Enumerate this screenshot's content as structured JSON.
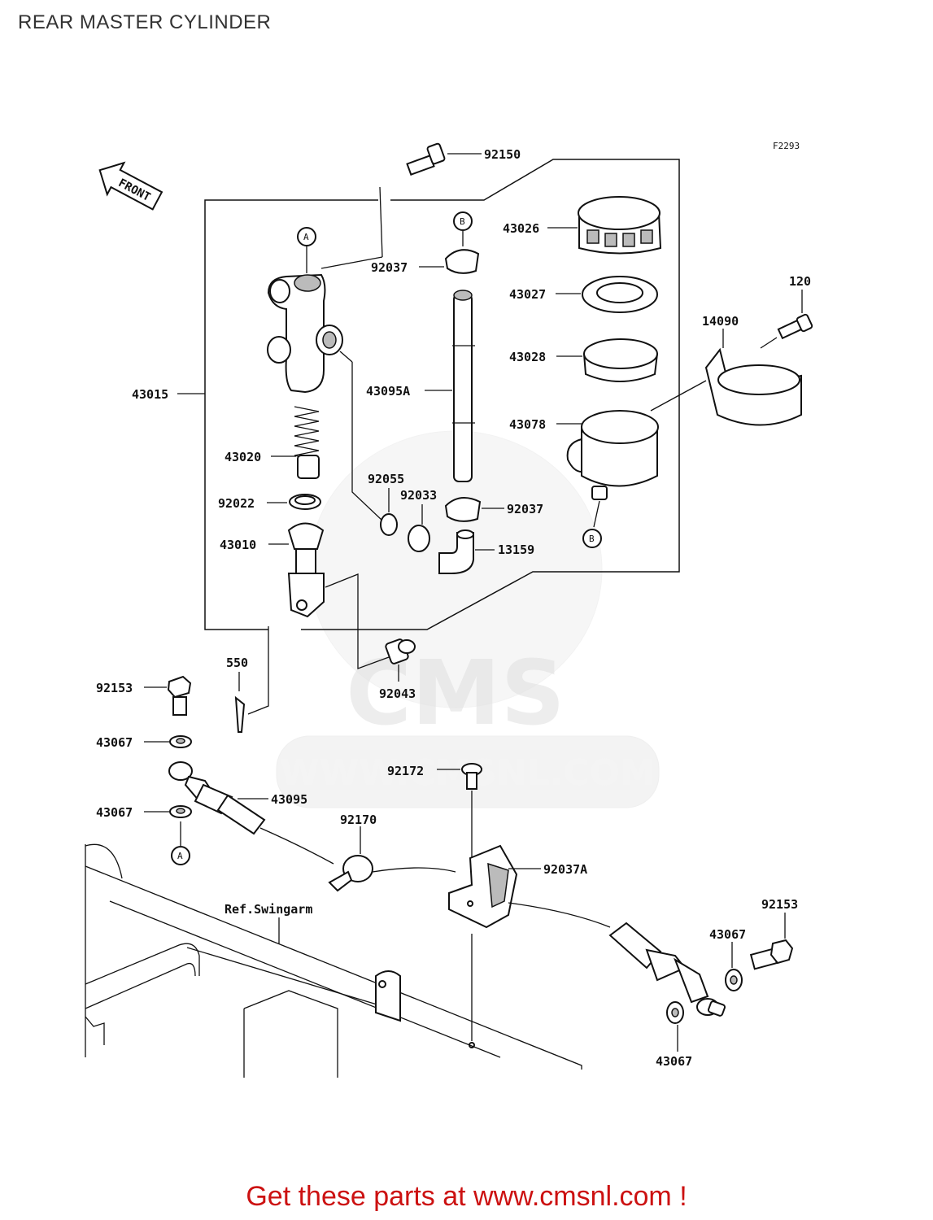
{
  "page": {
    "title": "REAR MASTER CYLINDER",
    "figure_code": "F2293",
    "front_label": "FRONT",
    "watermark_text": "WWW.CMSNL.COM",
    "watermark_logo": "CMS",
    "footer": "Get these parts at www.cmsnl.com !"
  },
  "callouts": {
    "A_top": "A",
    "B_top": "B",
    "B_bottom": "B",
    "A_bottom": "A"
  },
  "parts": {
    "p92150": "92150",
    "p43026": "43026",
    "p92037_top": "92037",
    "p43027": "43027",
    "p120": "120",
    "p14090": "14090",
    "p43028": "43028",
    "p43015": "43015",
    "p43095A": "43095A",
    "p43078": "43078",
    "p43020": "43020",
    "p92055": "92055",
    "p92033": "92033",
    "p92037_mid": "92037",
    "p92022": "92022",
    "p43010": "43010",
    "p13159": "13159",
    "p550": "550",
    "p92153_left": "92153",
    "p92043": "92043",
    "p43067_a": "43067",
    "p92172": "92172",
    "p43095": "43095",
    "p43067_b": "43067",
    "p92170": "92170",
    "p92037A": "92037A",
    "ref_swingarm": "Ref.Swingarm",
    "p92153_right": "92153",
    "p43067_c": "43067",
    "p43067_d": "43067"
  }
}
